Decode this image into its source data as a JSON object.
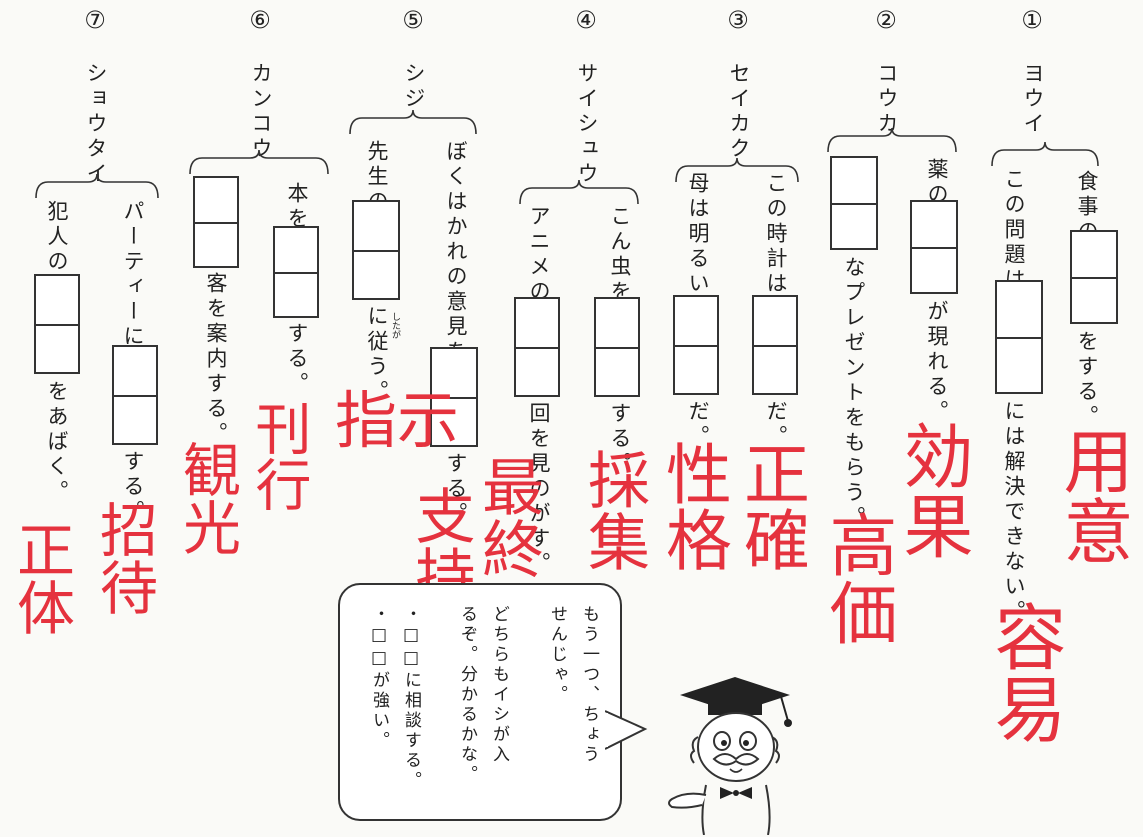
{
  "questions": [
    {
      "num": "①",
      "reading": "ヨウイ",
      "s1_pre": "食事の",
      "s1_post": "をする。",
      "s2_pre": "この問題は",
      "s2_post": "には解決できない。",
      "answer1": "用意",
      "answer2": "容易"
    },
    {
      "num": "②",
      "reading": "コウカ",
      "s1_pre": "薬の",
      "s1_post": "が現れる。",
      "s2_pre": "",
      "s2_post": "なプレゼントをもらう。",
      "answer1": "効果",
      "answer2": "高価"
    },
    {
      "num": "③",
      "reading": "セイカク",
      "s1_pre": "この時計は",
      "s1_post": "だ。",
      "s2_pre": "母は明るい",
      "s2_post": "だ。",
      "answer1": "正確",
      "answer2": "性格"
    },
    {
      "num": "④",
      "reading": "サイシュウ",
      "s1_pre": "こん虫を",
      "s1_post": "する。",
      "s2_pre": "アニメの",
      "s2_post": "回を見のがす。",
      "answer1": "採集",
      "answer2": "最終"
    },
    {
      "num": "⑤",
      "reading": "シジ",
      "s1_pre": "ぼくはかれの意見を",
      "s1_post": "する。",
      "s2_pre": "先生の",
      "s2_post": "に従う。",
      "ruby": "したが",
      "answer1": "支持",
      "answer2": "指示"
    },
    {
      "num": "⑥",
      "reading": "カンコウ",
      "s1_pre": "本を",
      "s1_post": "する。",
      "s2_pre": "",
      "s2_post": "客を案内する。",
      "answer1": "刊行",
      "answer2": "観光"
    },
    {
      "num": "⑦",
      "reading": "ショウタイ",
      "s1_pre": "パーティーに",
      "s1_post": "する。",
      "s2_pre": "犯人の",
      "s2_post": "をあばく。",
      "answer1": "招待",
      "answer2": "正体"
    }
  ],
  "bubble": {
    "lines": [
      "もう一つ、ちょう",
      "せんじゃ。",
      "どちらもイシが入",
      "るぞ。分かるかな。",
      "・□□に相談する。",
      "・□□が強い。"
    ]
  },
  "colors": {
    "ink": "#222222",
    "answer": "#e5323e"
  }
}
